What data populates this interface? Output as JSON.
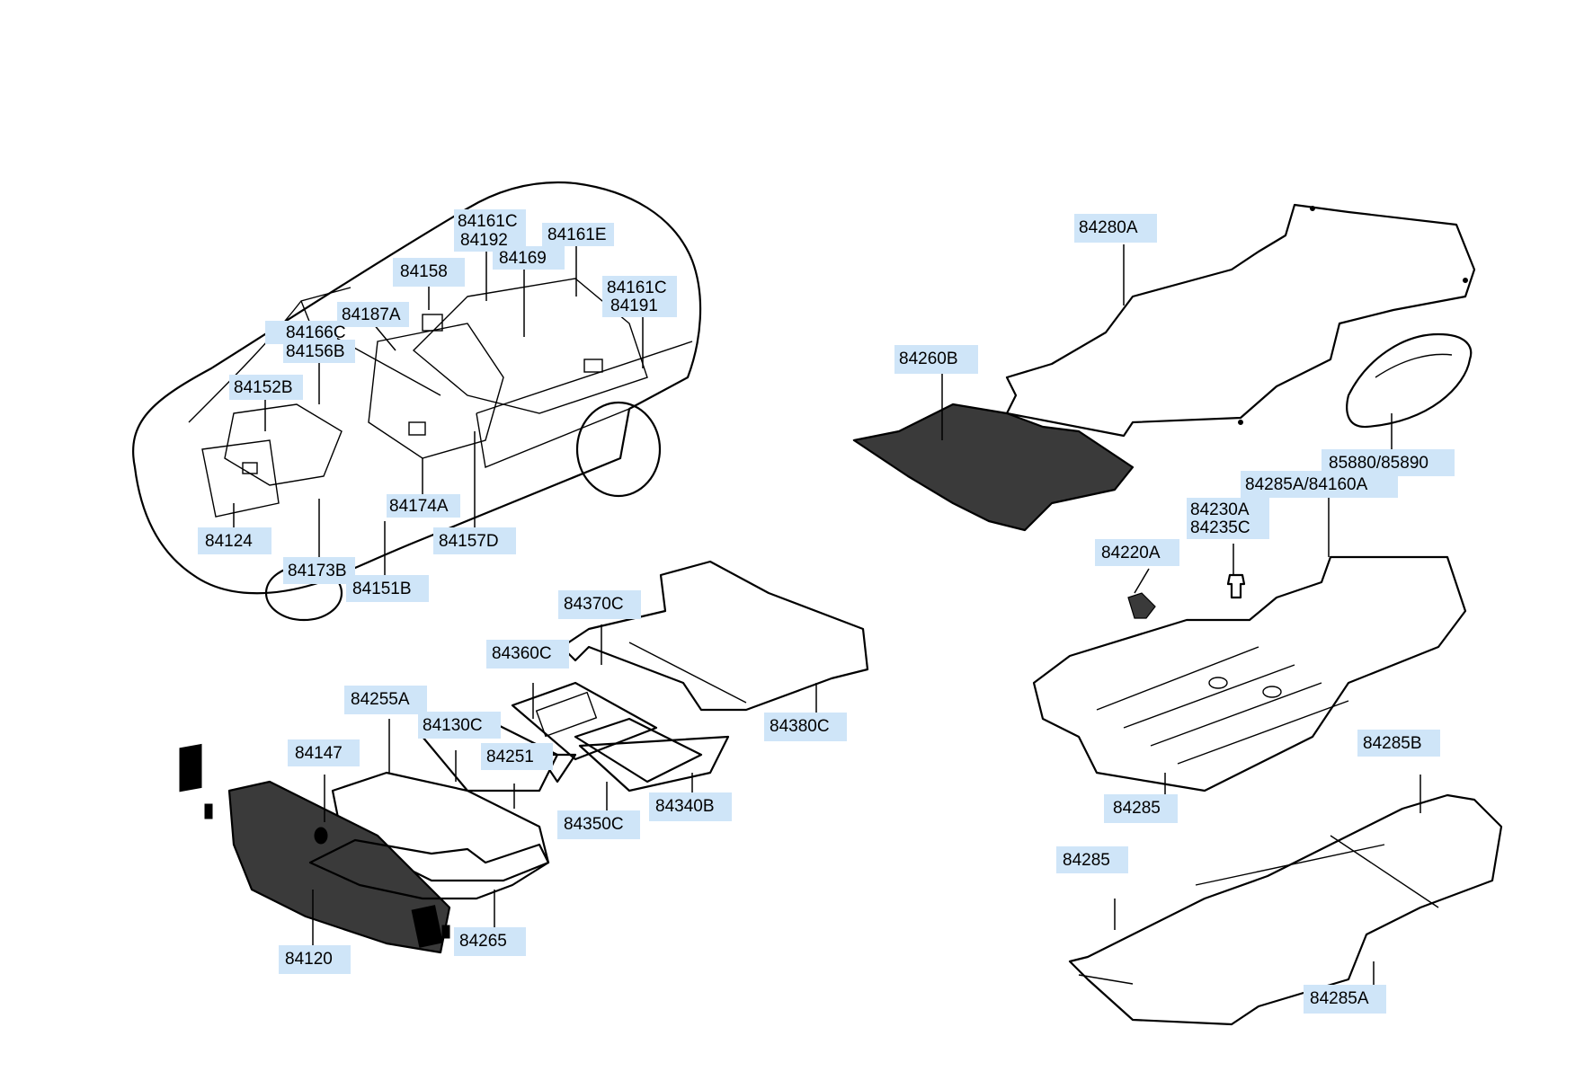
{
  "labels": {
    "l84161C_a": "84161C",
    "l84192": "84192",
    "l84161E": "84161E",
    "l84158": "84158",
    "l84169": "84169",
    "l84161C_b": "84161C",
    "l84191": "84191",
    "l84187A": "84187A",
    "l84166C": "84166C",
    "l84156B": "84156B",
    "l84152B": "84152B",
    "l84174A": "84174A",
    "l84157D": "84157D",
    "l84124": "84124",
    "l84173B": "84173B",
    "l84151B": "84151B",
    "l84280A": "84280A",
    "l84260B": "84260B",
    "l85880": "85880/85890",
    "l84285A_84160A": "84285A/84160A",
    "l84230A": "84230A",
    "l84235C": "84235C",
    "l84220A": "84220A",
    "l84370C": "84370C",
    "l84360C": "84360C",
    "l84255A": "84255A",
    "l84130C": "84130C",
    "l84147": "84147",
    "l84251": "84251",
    "l84380C": "84380C",
    "l84340B": "84340B",
    "l84350C": "84350C",
    "l84120": "84120",
    "l84265": "84265",
    "l84285_a": "84285",
    "l84285B": "84285B",
    "l84285_b": "84285",
    "l84285A": "84285A"
  },
  "colors": {
    "callout_fill": "#cfe5f8",
    "line": "#000000",
    "background": "#ffffff"
  }
}
